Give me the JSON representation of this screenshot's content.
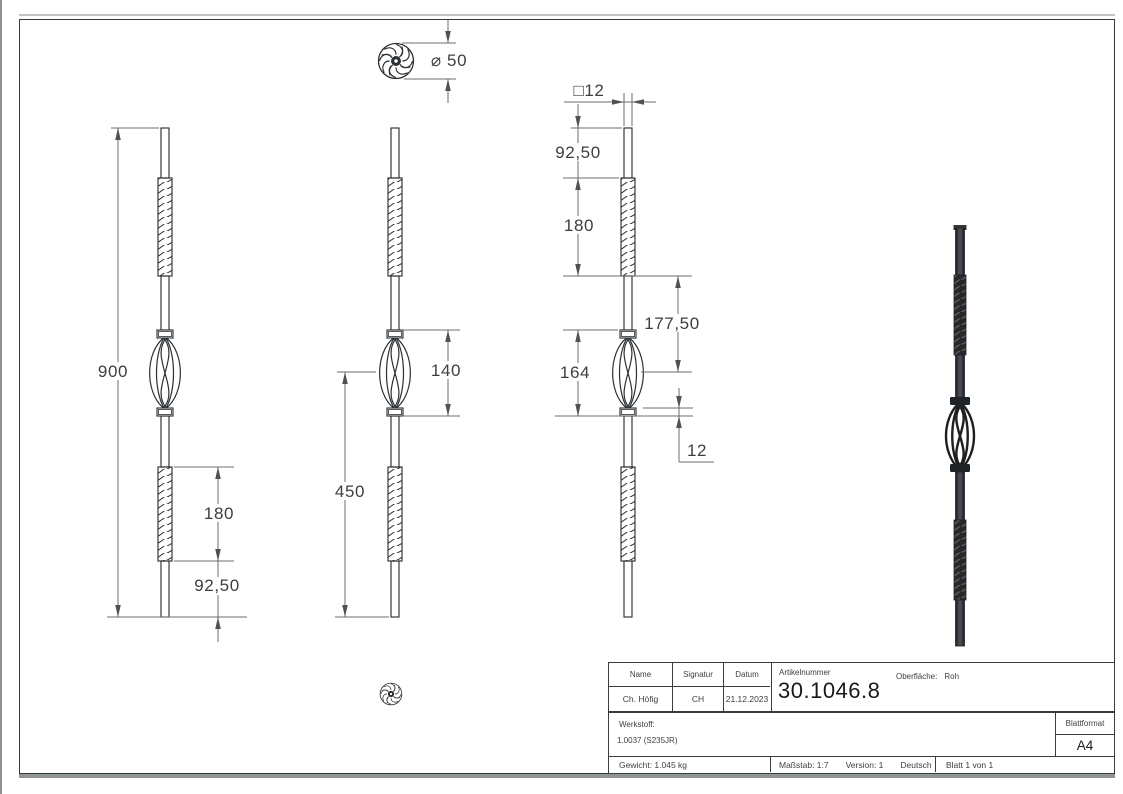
{
  "dims": {
    "diameter": "⌀ 50",
    "square": "□12",
    "front": {
      "total": "900",
      "lower_twist": "180",
      "lower_plain": "92,50"
    },
    "side": {
      "basket": "140",
      "lower_half": "450"
    },
    "detail": {
      "upper_plain": "92,50",
      "upper_twist": "180",
      "upper_span": "177,50",
      "basket_span": "164",
      "collar": "12"
    }
  },
  "title_block": {
    "name_label": "Name",
    "signature_label": "Signatur",
    "date_label": "Datum",
    "name": "Ch. Höfig",
    "signature": "CH",
    "date": "21.12.2023",
    "article_label": "Artikelnummer",
    "article_number": "30.1046.8",
    "surface_label": "Oberfläche:",
    "surface_value": "Roh",
    "material_label": "Werkstoff:",
    "material_value": "1.0037 (S235JR)",
    "sheet_format_label": "Blattformat",
    "sheet_format": "A4",
    "weight": "Gewicht: 1.045 kg",
    "scale": "Maßstab: 1:7",
    "version": "Version: 1",
    "language": "Deutsch",
    "sheet": "Blatt 1 von 1"
  }
}
